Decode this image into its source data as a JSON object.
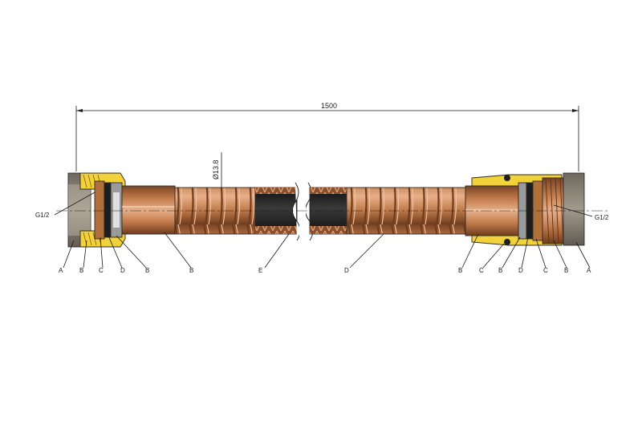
{
  "dimensions": {
    "overall_length": "1500",
    "hose_diameter": "Ø13.8",
    "thread_left": "G1/2",
    "thread_right": "G1/2"
  },
  "callouts": {
    "left": [
      "A",
      "B",
      "C",
      "D",
      "B",
      "B"
    ],
    "middle": [
      "E",
      "D"
    ],
    "right": [
      "B",
      "C",
      "B",
      "D",
      "C",
      "B",
      "A"
    ]
  },
  "colors": {
    "copper": "#c07a4a",
    "copper_dark": "#7a4424",
    "copper_light": "#e8b08a",
    "brass_yellow": "#f2d23a",
    "steel_gray": "#8c8478",
    "rubber_black": "#1e1e1e"
  }
}
